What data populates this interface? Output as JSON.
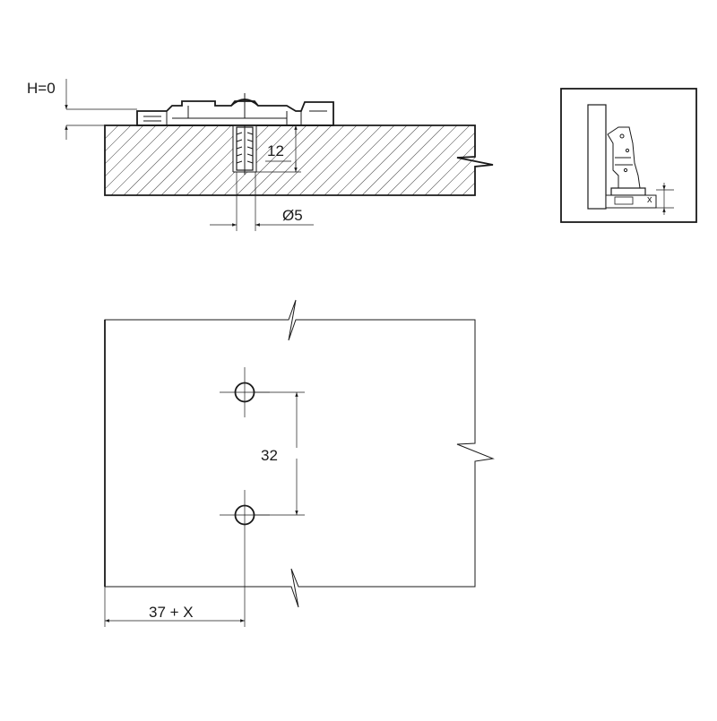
{
  "section_view": {
    "height_label": "H=0",
    "depth_label": "12",
    "diameter_label": "Ø5"
  },
  "inset_view": {
    "x_label": "x"
  },
  "plan_view": {
    "spacing_label": "32",
    "offset_label": "37 + X"
  }
}
